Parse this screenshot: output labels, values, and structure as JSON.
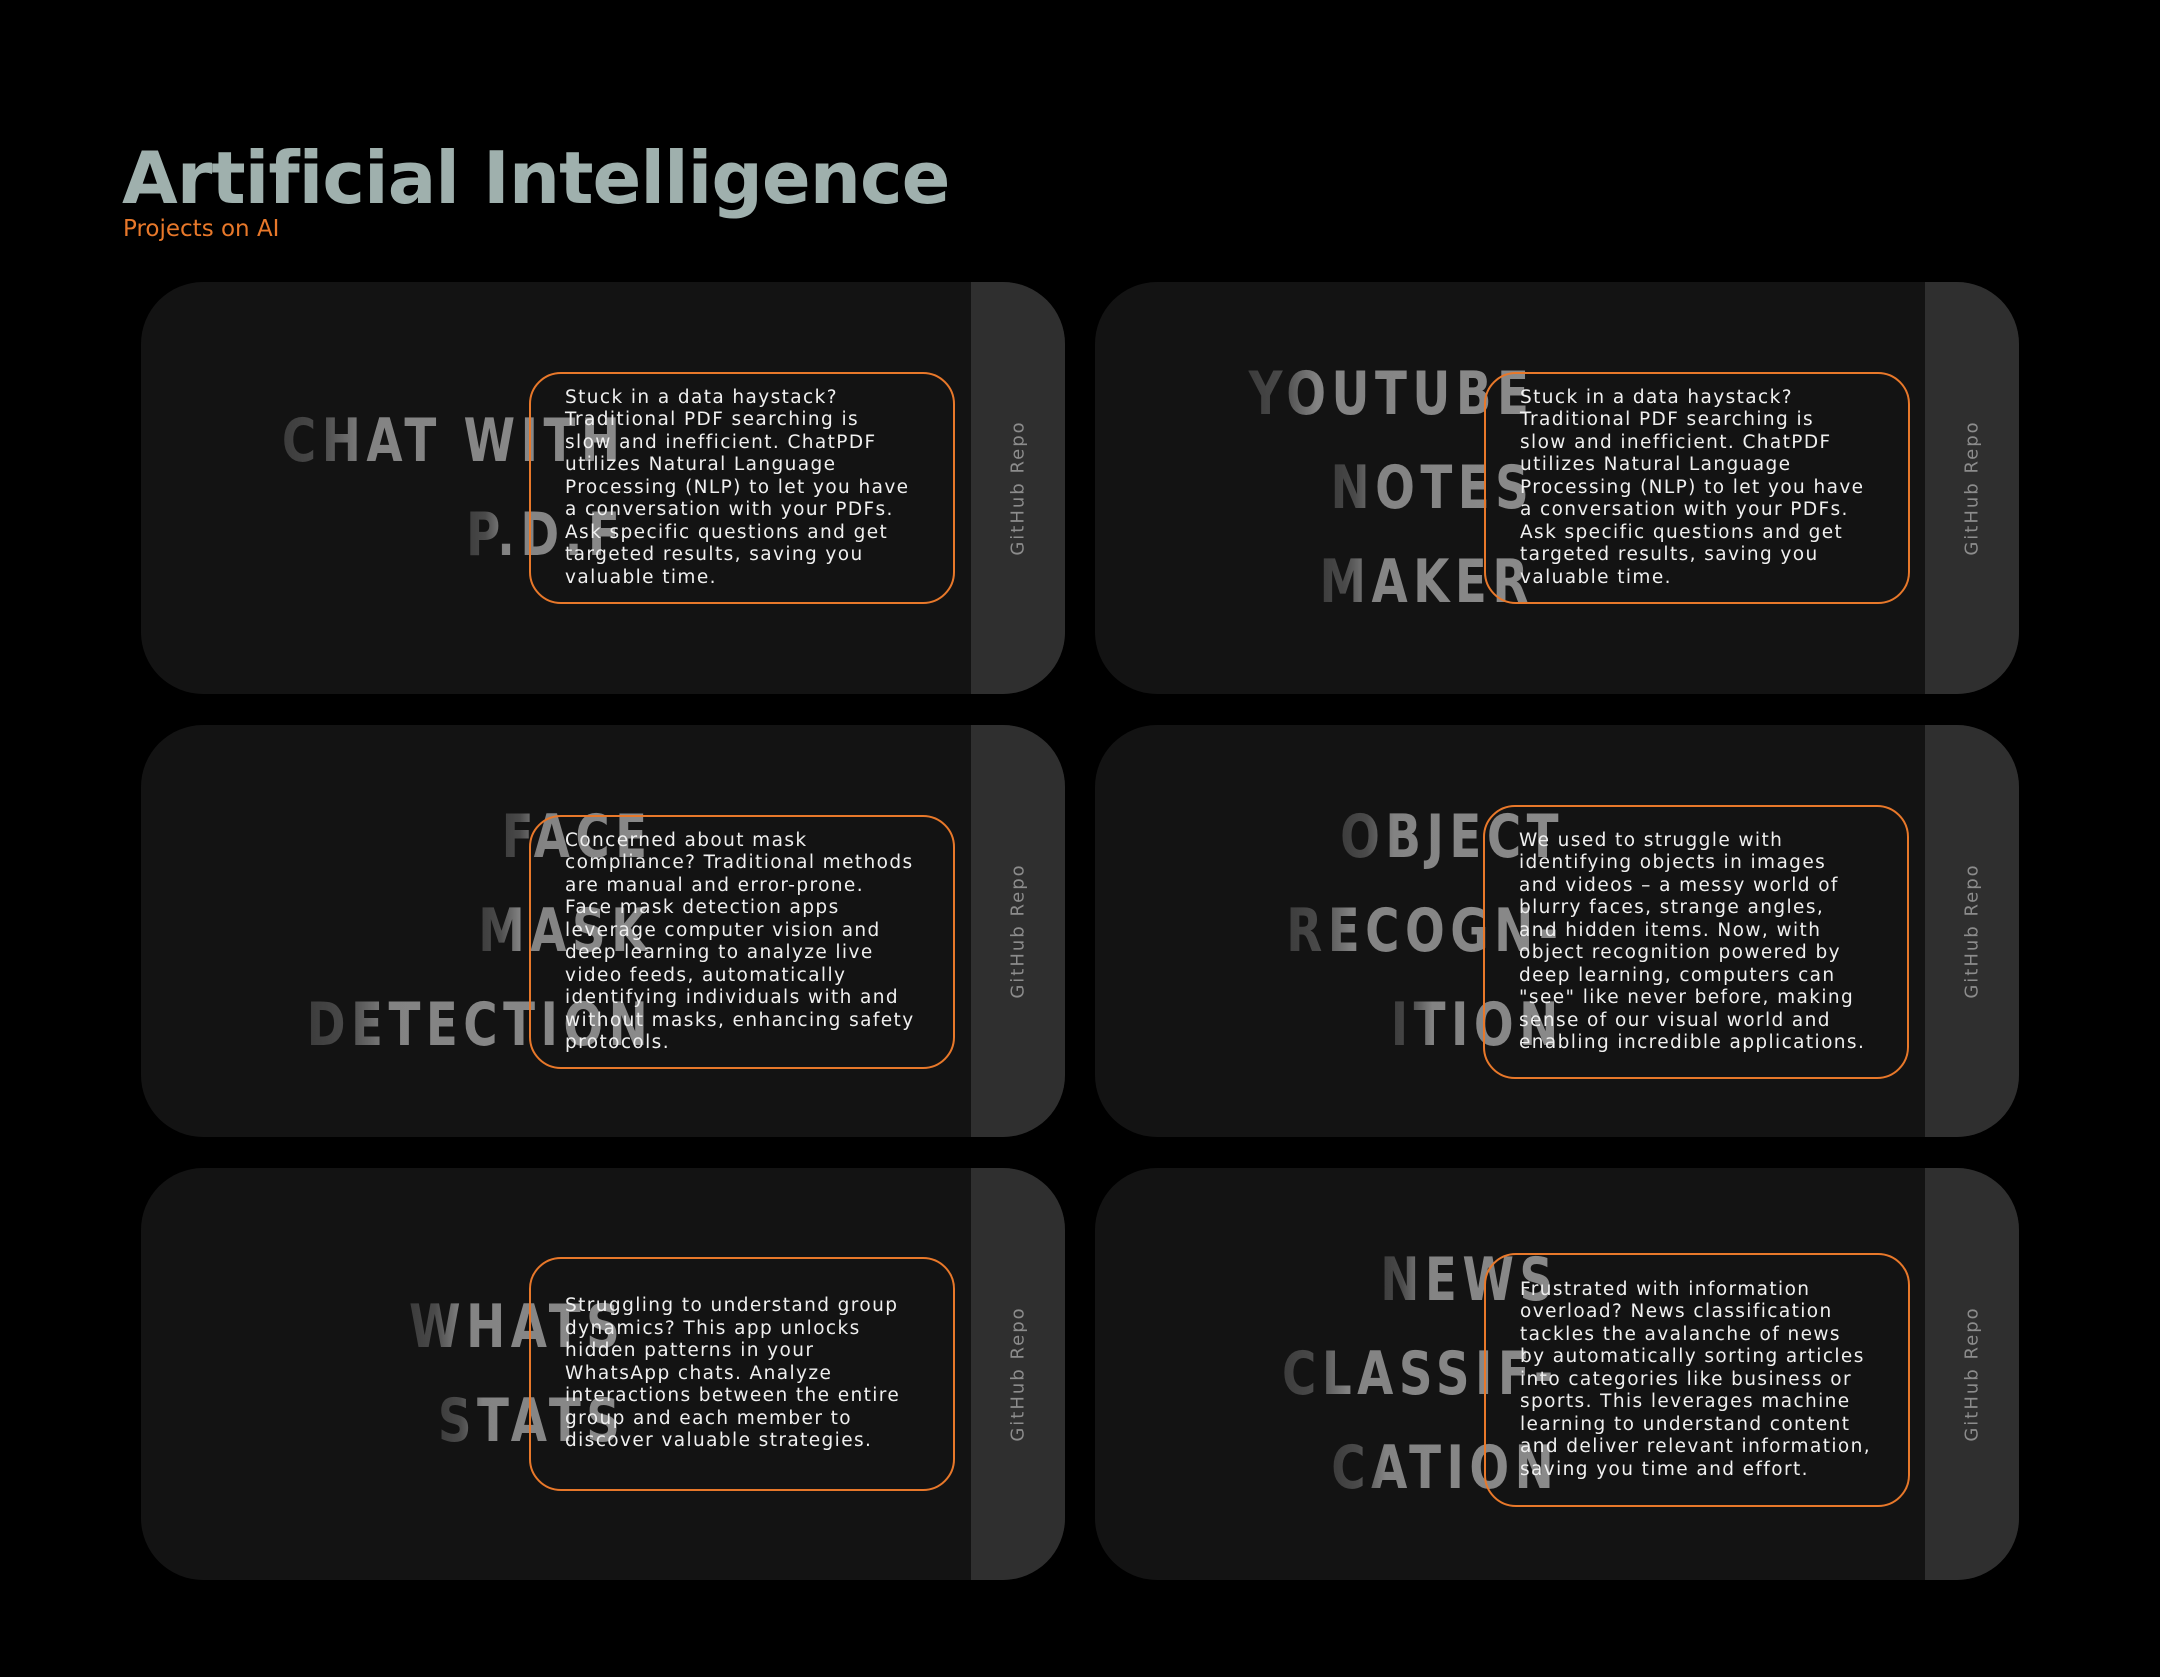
{
  "header": {
    "title": "Artificial Intelligence",
    "subtitle": "Projects on AI"
  },
  "colors": {
    "background": "#000000",
    "card": "#131313",
    "repo_strip": "#2f2f2f",
    "accent": "#e8782a",
    "title": "#9fb0ad"
  },
  "repo_label": "GitHub Repo",
  "cards": [
    {
      "title_lines": [
        "CHAT WITH",
        "P.D.F"
      ],
      "description": "Stuck in a data haystack?\nTraditional PDF searching is\nslow and inefficient. ChatPDF\nutilizes Natural Language\nProcessing (NLP) to let you have\na conversation with your PDFs.\nAsk specific questions and get\ntargeted results, saving you\nvaluable time."
    },
    {
      "title_lines": [
        "YOUTUBE",
        "NOTES",
        "MAKER"
      ],
      "description": "Stuck in a data haystack?\nTraditional PDF searching is\nslow and inefficient. ChatPDF\nutilizes Natural Language\nProcessing (NLP) to let you have\na conversation with your PDFs.\nAsk specific questions and get\ntargeted results, saving you\nvaluable time."
    },
    {
      "title_lines": [
        "FACE",
        "MASK",
        "DETECTION"
      ],
      "description": "Concerned about mask\ncompliance? Traditional methods\nare manual and error-prone.\nFace mask detection apps\nleverage computer vision and\ndeep learning to analyze live\nvideo feeds, automatically\nidentifying individuals with and\nwithout masks, enhancing safety\nprotocols."
    },
    {
      "title_lines": [
        "OBJECT",
        "RECOGN-",
        "ITION"
      ],
      "description": "We used to struggle with\nidentifying objects in images\nand videos –  a messy world of\nblurry faces, strange angles,\nand hidden items. Now, with\nobject recognition powered by\ndeep learning, computers can\n\"see\" like never before, making\nsense of our visual world and\nenabling incredible applications."
    },
    {
      "title_lines": [
        "WHATS",
        "STATS"
      ],
      "description": "Struggling to understand group\ndynamics? This app unlocks\nhidden patterns in your\nWhatsApp chats. Analyze\ninteractions between the entire\ngroup and each member to\ndiscover valuable strategies."
    },
    {
      "title_lines": [
        "NEWS",
        "CLASSIF-",
        "CATION"
      ],
      "description": "Frustrated with information\noverload?  News classification\ntackles the avalanche of news\nby automatically sorting articles\ninto categories like business or\nsports. This leverages machine\nlearning to understand content\nand deliver relevant information,\nsaving you time and effort."
    }
  ]
}
